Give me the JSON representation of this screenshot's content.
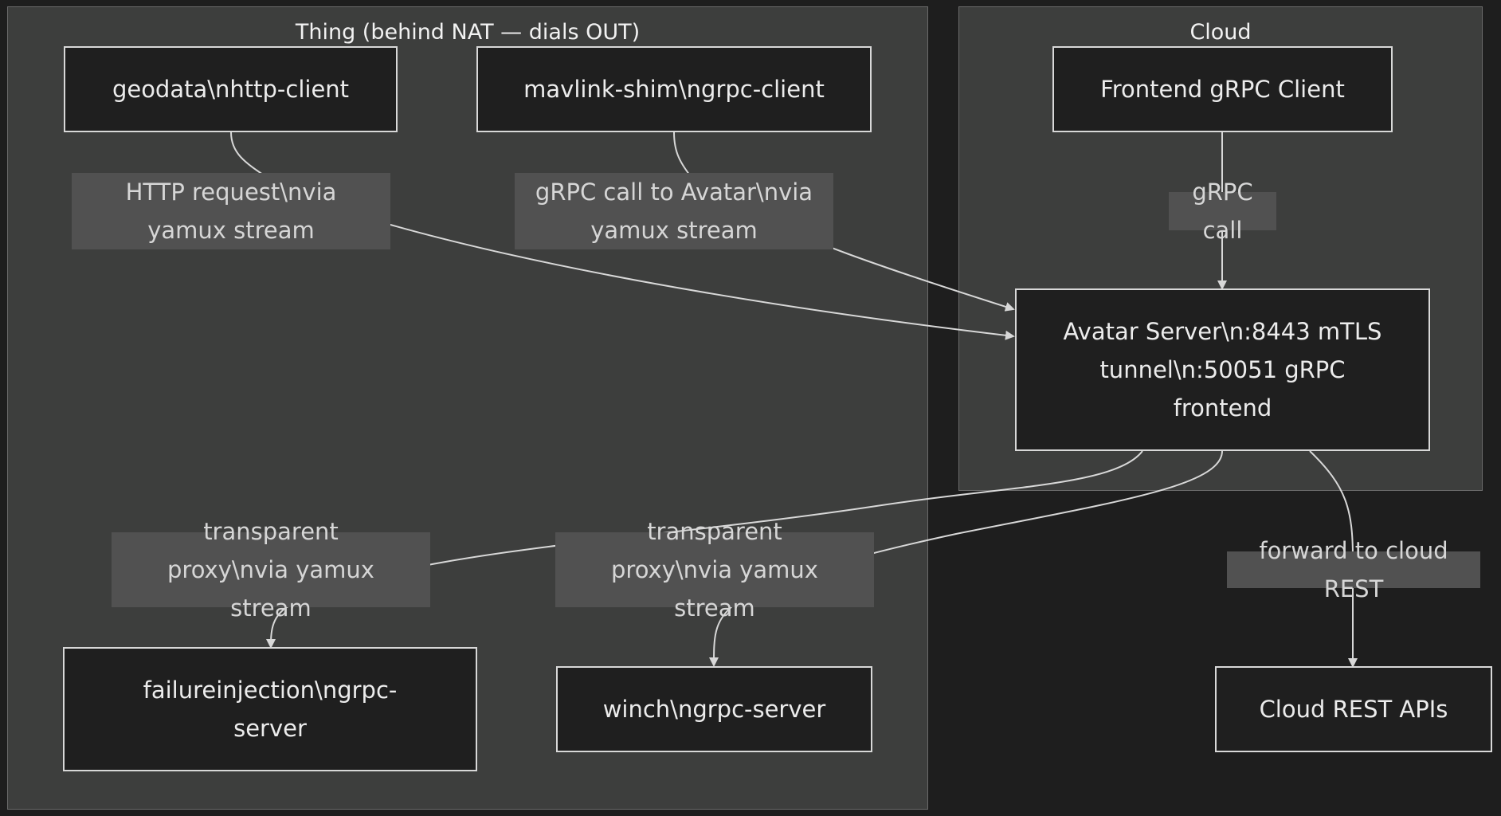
{
  "clusters": {
    "thing": {
      "title": "Thing (behind NAT — dials OUT)"
    },
    "cloud": {
      "title": "Cloud"
    }
  },
  "nodes": {
    "geodata": "geodata\\nhttp-client",
    "mavlink": "mavlink-shim\\ngrpc-client",
    "frontend": "Frontend gRPC Client",
    "avatar": "Avatar Server\\n:8443 mTLS tunnel\\n:50051 gRPC frontend",
    "failureinjection": "failureinjection\\ngrpc-server",
    "winch": "winch\\ngrpc-server",
    "cloud_rest": "Cloud REST APIs"
  },
  "edge_labels": {
    "http_request": "HTTP request\\nvia yamux stream",
    "grpc_avatar": "gRPC call to Avatar\\nvia yamux stream",
    "grpc_call": "gRPC call",
    "proxy_failure": "transparent proxy\\nvia yamux stream",
    "proxy_winch": "transparent proxy\\nvia yamux stream",
    "forward_rest": "forward to cloud REST"
  },
  "colors": {
    "background": "#1e1e1e",
    "cluster_fill": "#3d3e3d",
    "node_fill": "#1f1f1f",
    "node_border": "#d8d8d8",
    "label_fill": "#515151"
  }
}
